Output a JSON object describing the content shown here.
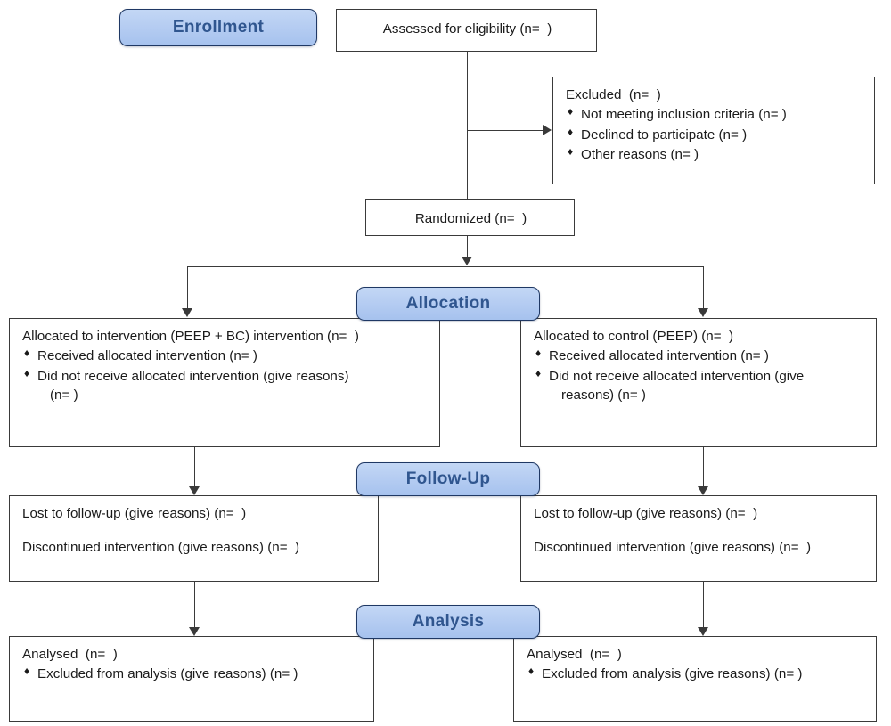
{
  "diagram": {
    "title": "CONSORT participant flow diagram",
    "colors": {
      "banner_fill_top": "#c3d7f5",
      "banner_fill_bottom": "#a6c2ee",
      "banner_border": "#1f3864",
      "banner_text": "#30568f",
      "box_border": "#3a3a3a",
      "box_fill": "#ffffff",
      "text": "#1a1a1a",
      "connector": "#3a3a3a"
    },
    "bullet_glyph": "♦"
  },
  "stages": {
    "enrollment": {
      "label": "Enrollment"
    },
    "allocation": {
      "label": "Allocation"
    },
    "followup": {
      "label": "Follow-Up"
    },
    "analysis": {
      "label": "Analysis"
    }
  },
  "enrollment": {
    "assessed": {
      "text": "Assessed for eligibility (n=  )"
    },
    "excluded": {
      "heading": "Excluded  (n=  )",
      "items": [
        "Not meeting inclusion criteria (n=  )",
        "Declined to participate (n=  )",
        "Other reasons (n=  )"
      ]
    },
    "randomized": {
      "text": "Randomized (n=  )"
    }
  },
  "allocation": {
    "intervention": {
      "heading": "Allocated to intervention (PEEP + BC) intervention (n=  )",
      "items": [
        {
          "text": "Received allocated intervention (n=  )",
          "continuation": ""
        },
        {
          "text": "Did not receive allocated intervention (give reasons)",
          "continuation": "(n=  )"
        }
      ]
    },
    "control": {
      "heading": "Allocated to control (PEEP) (n=  )",
      "items": [
        {
          "text": "Received allocated intervention (n=  )",
          "continuation": ""
        },
        {
          "text": "Did not receive allocated intervention (give",
          "continuation": "reasons) (n=  )"
        }
      ]
    }
  },
  "followup": {
    "intervention": {
      "line1": "Lost to follow-up (give reasons) (n=  )",
      "line2": "Discontinued intervention (give reasons) (n=  )"
    },
    "control": {
      "line1": "Lost to follow-up (give reasons) (n=  )",
      "line2": "Discontinued intervention (give reasons) (n=  )"
    }
  },
  "analysis": {
    "intervention": {
      "heading": "Analysed  (n=  )",
      "items": [
        "Excluded from analysis (give reasons) (n=  )"
      ]
    },
    "control": {
      "heading": "Analysed  (n=  )",
      "items": [
        "Excluded from analysis (give reasons) (n=  )"
      ]
    }
  }
}
